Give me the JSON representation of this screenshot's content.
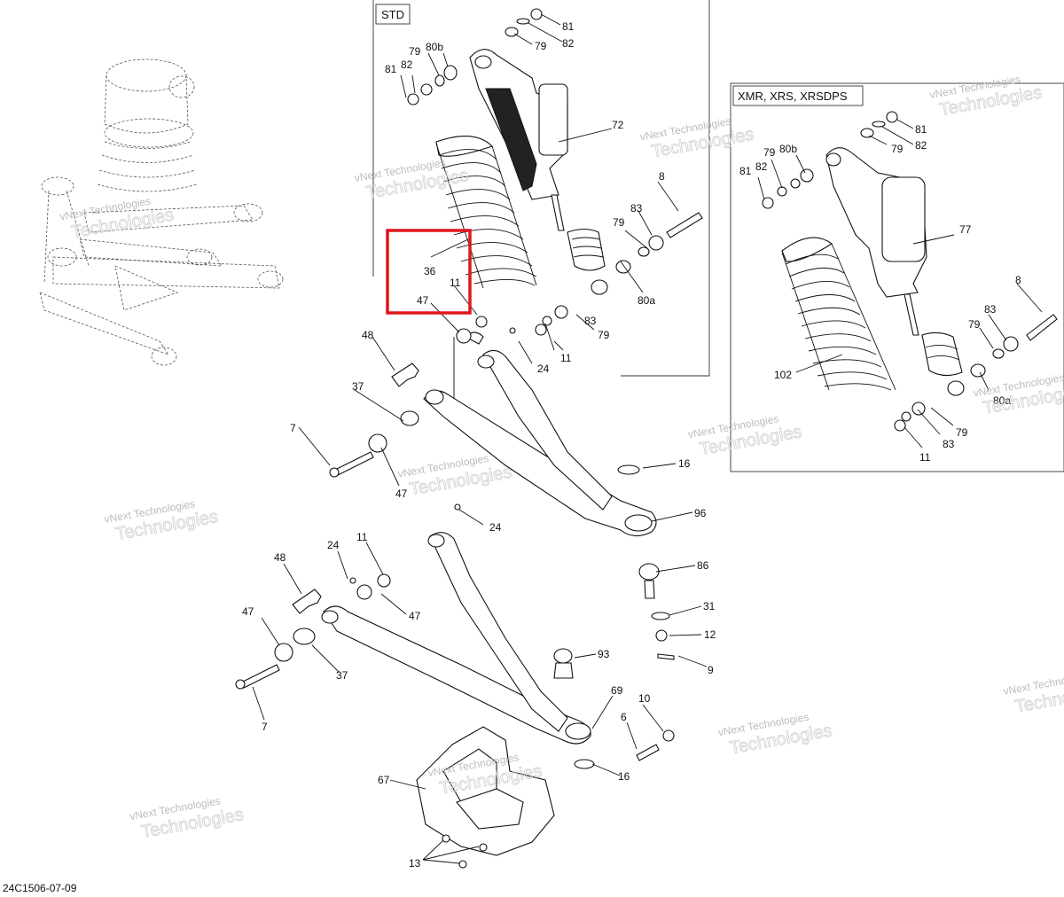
{
  "diagram_code": "24C1506-07-09",
  "std_box": {
    "title": "STD"
  },
  "xmr_box": {
    "title": "XMR, XRS, XRSDPS"
  },
  "watermark": {
    "line1": "vNext Technologies",
    "line2": "Technologies"
  },
  "callouts": {
    "std_81": "81",
    "std_82": "82",
    "std_79_top": "79",
    "std_80b": "80b",
    "std_79_left": "79",
    "std_82_left": "82",
    "std_81_left": "81",
    "std_72": "72",
    "std_8": "8",
    "std_83": "83",
    "std_79": "79",
    "std_80a": "80a",
    "std_83_b": "83",
    "std_79_b": "79",
    "std_11": "11",
    "std_24": "24",
    "std_36": "36",
    "std_11_hl": "11",
    "std_47_hl": "47",
    "xmr_81": "81",
    "xmr_82": "82",
    "xmr_79_top": "79",
    "xmr_80b": "80b",
    "xmr_79_left": "79",
    "xmr_82_left": "82",
    "xmr_81_left": "81",
    "xmr_77": "77",
    "xmr_8": "8",
    "xmr_83": "83",
    "xmr_79": "79",
    "xmr_102": "102",
    "xmr_80a": "80a",
    "xmr_79_b": "79",
    "xmr_83_b": "83",
    "xmr_11": "11",
    "u_48": "48",
    "u_37": "37",
    "u_7": "7",
    "u_47": "47",
    "u_16": "16",
    "u_96": "96",
    "u_86": "86",
    "u_31": "31",
    "u_12": "12",
    "u_9": "9",
    "l_24_top": "24",
    "l_24": "24",
    "l_11": "11",
    "l_48": "48",
    "l_47_r": "47",
    "l_47_l": "47",
    "l_37": "37",
    "l_7": "7",
    "l_93": "93",
    "l_69": "69",
    "l_10": "10",
    "l_6": "6",
    "l_16": "16",
    "l_67": "67",
    "l_13": "13"
  },
  "highlight_color": "#e0161d"
}
